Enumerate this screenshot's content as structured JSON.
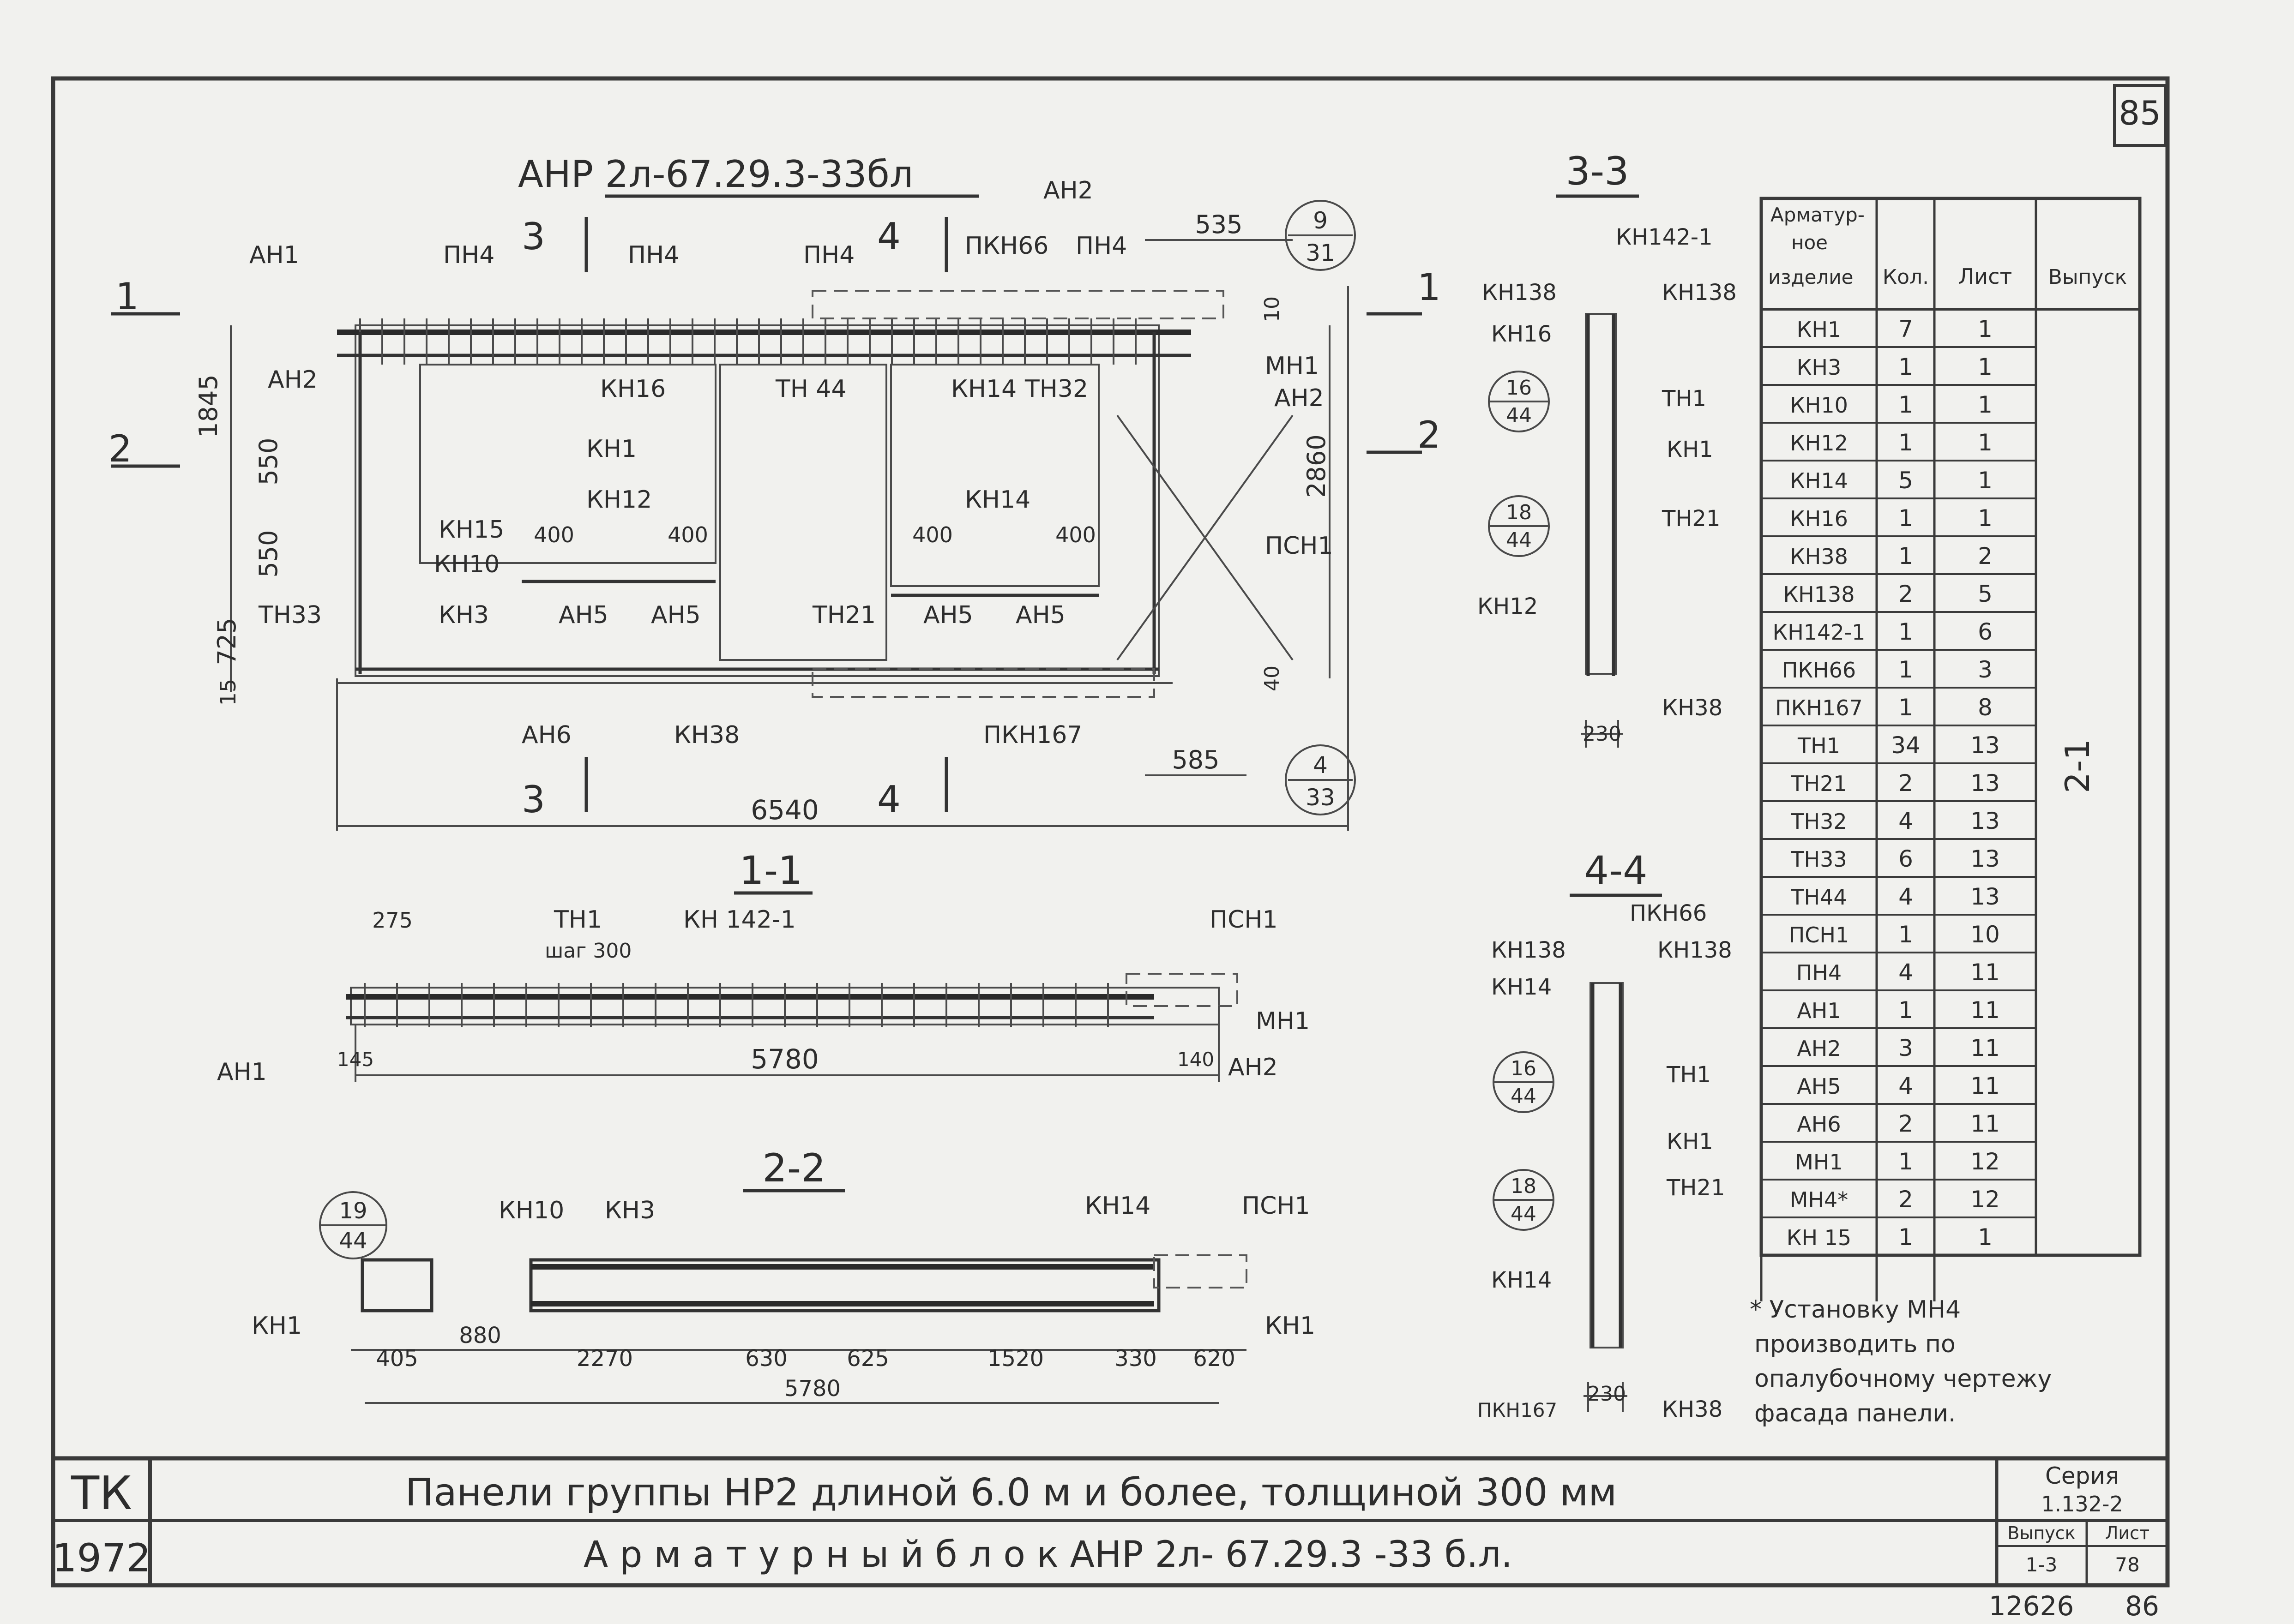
{
  "sheet_number_top": "85",
  "main_view": {
    "title": "АНР 2л-67.29.3-33бл",
    "labels": [
      "АН1",
      "ПН4",
      "ПН4",
      "ПН4",
      "ПКН66",
      "ПН4",
      "АН2",
      "АН2",
      "КН16",
      "КН1",
      "ТН 44",
      "КН14",
      "ТН32",
      "МН1",
      "АН2",
      "КН12",
      "КН14",
      "КН15",
      "КН10",
      "КН3",
      "АН5",
      "АН5",
      "ТН21",
      "АН5",
      "АН5",
      "ПСН1",
      "ТН33",
      "АН6",
      "КН38",
      "ПКН167"
    ],
    "dims": {
      "d535": "535",
      "d1845": "1845",
      "d550a": "550",
      "d550b": "550",
      "d725": "725",
      "d15": "15",
      "d2860": "2860",
      "d400a": "400",
      "d400b": "400",
      "d400c": "400",
      "d400d": "400",
      "d585": "585",
      "d6540": "6540",
      "d10": "10",
      "d40": "40"
    },
    "callout_a": {
      "top": "9",
      "bottom": "31"
    },
    "callout_b": {
      "top": "4",
      "bottom": "33"
    },
    "cut_marks": [
      "1",
      "2",
      "3",
      "3",
      "4",
      "4",
      "1",
      "2"
    ]
  },
  "section_1_1": {
    "title": "1-1",
    "labels": [
      "ТН1",
      "шаг 300",
      "КН 142-1",
      "ПСН1",
      "МН1",
      "АН1",
      "АН2"
    ],
    "dims": [
      "275",
      "145",
      "5780",
      "140"
    ]
  },
  "section_2_2": {
    "title": "2-2",
    "labels": [
      "КН10",
      "КН3",
      "КН14",
      "ПСН1",
      "КН1",
      "КН1"
    ],
    "callout": {
      "top": "19",
      "bottom": "44"
    },
    "dims": [
      "405",
      "880",
      "2270",
      "630",
      "625",
      "1520",
      "330",
      "620",
      "5780"
    ]
  },
  "section_3_3": {
    "title": "3-3",
    "labels": [
      "КН142-1",
      "КН138",
      "КН138",
      "КН16",
      "ТН1",
      "КН1",
      "ТН21",
      "КН12",
      "КН38"
    ],
    "callouts": [
      {
        "top": "16",
        "bottom": "44"
      },
      {
        "top": "18",
        "bottom": "44"
      }
    ],
    "dims": [
      "230"
    ]
  },
  "section_4_4": {
    "title": "4-4",
    "labels": [
      "ПКН66",
      "КН138",
      "КН138",
      "КН14",
      "ТН1",
      "КН1",
      "ТН21",
      "КН14",
      "ПКН167",
      "КН38"
    ],
    "callouts": [
      {
        "top": "16",
        "bottom": "44"
      },
      {
        "top": "18",
        "bottom": "44"
      }
    ],
    "dims": [
      "230"
    ]
  },
  "spec_table": {
    "headers": [
      "Арматур-ное изделие",
      "Кол.",
      "Лист",
      "Выпуск"
    ],
    "rows": [
      [
        "КН1",
        "7",
        "1"
      ],
      [
        "КН3",
        "1",
        "1"
      ],
      [
        "КН10",
        "1",
        "1"
      ],
      [
        "КН12",
        "1",
        "1"
      ],
      [
        "КН14",
        "5",
        "1"
      ],
      [
        "КН16",
        "1",
        "1"
      ],
      [
        "КН38",
        "1",
        "2"
      ],
      [
        "КН138",
        "2",
        "5"
      ],
      [
        "КН142-1",
        "1",
        "6"
      ],
      [
        "ПКН66",
        "1",
        "3"
      ],
      [
        "ПКН167",
        "1",
        "8"
      ],
      [
        "ТН1",
        "34",
        "13"
      ],
      [
        "ТН21",
        "2",
        "13"
      ],
      [
        "ТН32",
        "4",
        "13"
      ],
      [
        "ТН33",
        "6",
        "13"
      ],
      [
        "ТН44",
        "4",
        "13"
      ],
      [
        "ПСН1",
        "1",
        "10"
      ],
      [
        "ПН4",
        "4",
        "11"
      ],
      [
        "АН1",
        "1",
        "11"
      ],
      [
        "АН2",
        "3",
        "11"
      ],
      [
        "АН5",
        "4",
        "11"
      ],
      [
        "АН6",
        "2",
        "11"
      ],
      [
        "МН1",
        "1",
        "12"
      ],
      [
        "МН4*",
        "2",
        "12"
      ],
      [
        "КН 15",
        "1",
        "1"
      ]
    ],
    "issue_value": "2-1"
  },
  "note": [
    "* Установку МН4",
    "производить по",
    "опалубочному чертежу",
    "фасада панели."
  ],
  "title_block": {
    "org_top": "ТК",
    "org_bottom": "1972",
    "line1": "Панели группы НР2 длиной 6.0 м и более, толщиной 300 мм",
    "line2": "А р м а т у р н ы й   б л о к   АНР 2л- 67.29.3 -33 б.л.",
    "series_label": "Серия",
    "series_value": "1.132-2",
    "issue_label": "Выпуск",
    "issue_value": "1-3",
    "sheet_label": "Лист",
    "sheet_value": "78"
  },
  "stamp_bottom": {
    "inventory": "12626",
    "page": "86"
  }
}
